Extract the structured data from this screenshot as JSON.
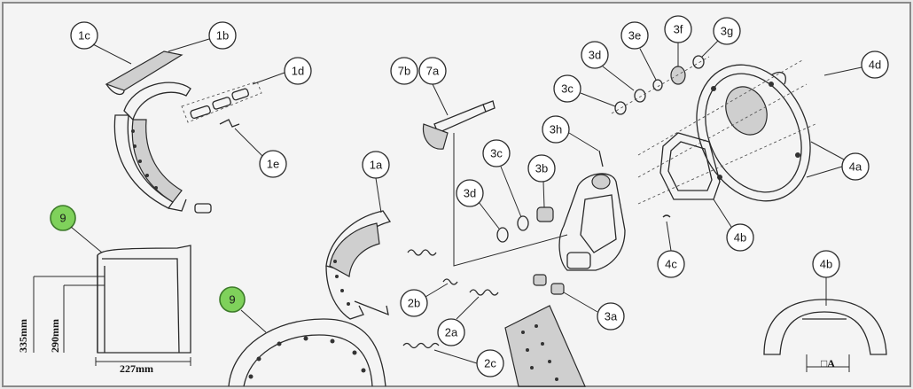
{
  "callouts": {
    "1a": "1a",
    "1b": "1b",
    "1c": "1c",
    "1d": "1d",
    "1e": "1e",
    "2a": "2a",
    "2b": "2b",
    "2c": "2c",
    "3a": "3a",
    "3b": "3b",
    "3c_top": "3c",
    "3c_mid": "3c",
    "3d_top": "3d",
    "3d_mid": "3d",
    "3e": "3e",
    "3f": "3f",
    "3g": "3g",
    "3h": "3h",
    "4a": "4a",
    "4b": "4b",
    "4b_detail": "4b",
    "4c": "4c",
    "4d": "4d",
    "7a": "7a",
    "7b": "7b",
    "9_top": "9",
    "9_bottom": "9"
  },
  "dimensions": {
    "outer_height": "335mm",
    "inner_height": "290mm",
    "width": "227mm",
    "detail_label": "□A"
  },
  "colors": {
    "callout_green": "#7fd15b",
    "line": "#2a2a2a",
    "background": "#e9e9e9"
  }
}
